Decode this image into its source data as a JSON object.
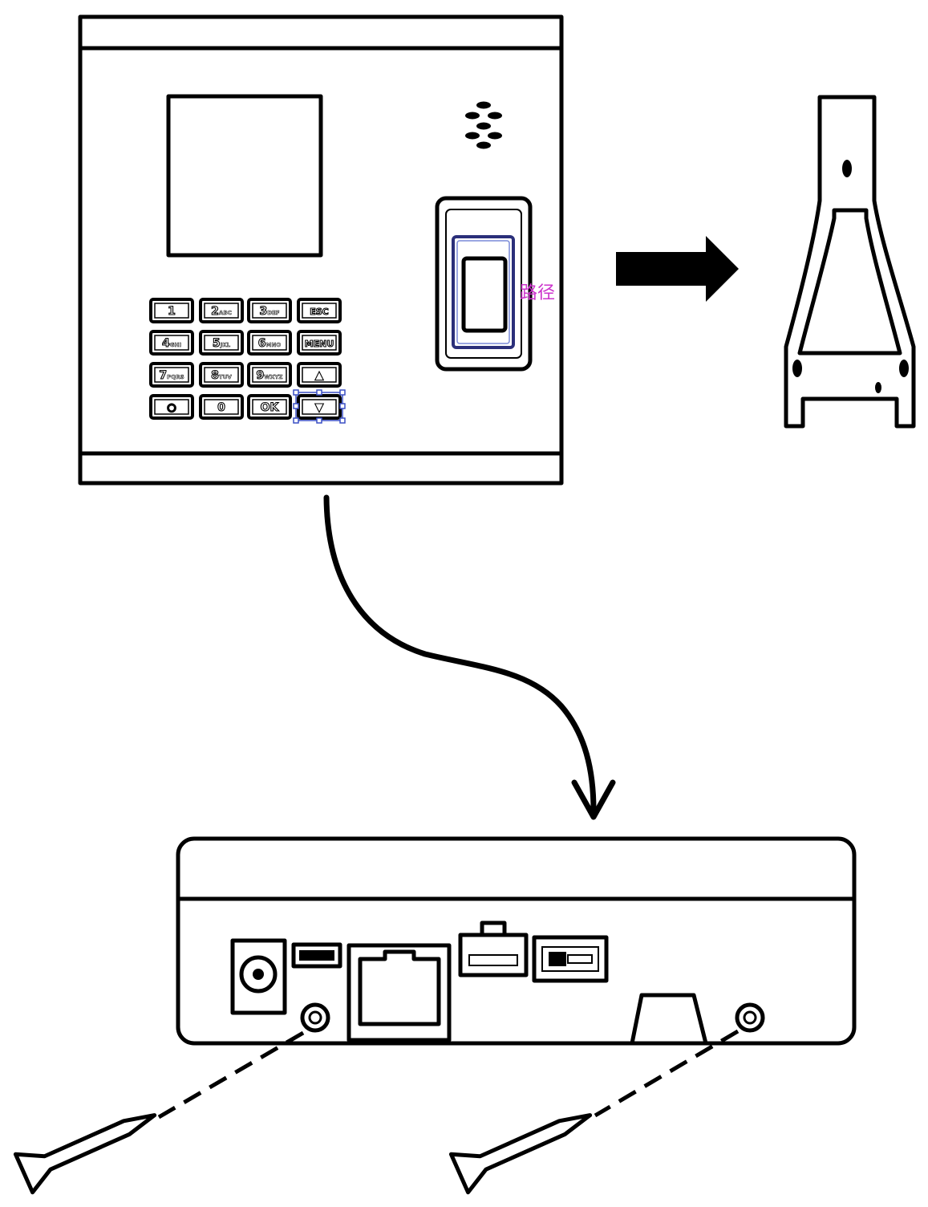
{
  "colors": {
    "line": "#000000",
    "annotation": "#cc33cc",
    "selection": "#3a4fc4",
    "sensor_frame": "#2b2f7a",
    "sensor_highlight": "#7a8ad8"
  },
  "front_view": {
    "annotation_label": "路径",
    "keypad": {
      "keys": [
        {
          "main": "1",
          "sub": ""
        },
        {
          "main": "2",
          "sub": "ABC"
        },
        {
          "main": "3",
          "sub": "DEF"
        },
        {
          "main": "ESC",
          "sub": ""
        },
        {
          "main": "4",
          "sub": "GHI"
        },
        {
          "main": "5",
          "sub": "JKL"
        },
        {
          "main": "6",
          "sub": "MNO"
        },
        {
          "main": "MENU",
          "sub": ""
        },
        {
          "main": "7",
          "sub": "PQRS"
        },
        {
          "main": "8",
          "sub": "TUV"
        },
        {
          "main": "9",
          "sub": "WXYZ"
        },
        {
          "main": "▲",
          "sub": ""
        },
        {
          "main": "◉",
          "sub": ""
        },
        {
          "main": "0",
          "sub": ""
        },
        {
          "main": "OK",
          "sub": ""
        },
        {
          "main": "▼",
          "sub": ""
        }
      ]
    }
  },
  "icons": [
    "speaker-grille-icon",
    "fingerprint-sensor-icon",
    "arrow-right-icon",
    "mounting-bracket-icon",
    "curved-arrow-icon",
    "dc-jack-icon",
    "usb-port-icon",
    "ethernet-port-icon",
    "switch-icon",
    "screw-icon"
  ]
}
